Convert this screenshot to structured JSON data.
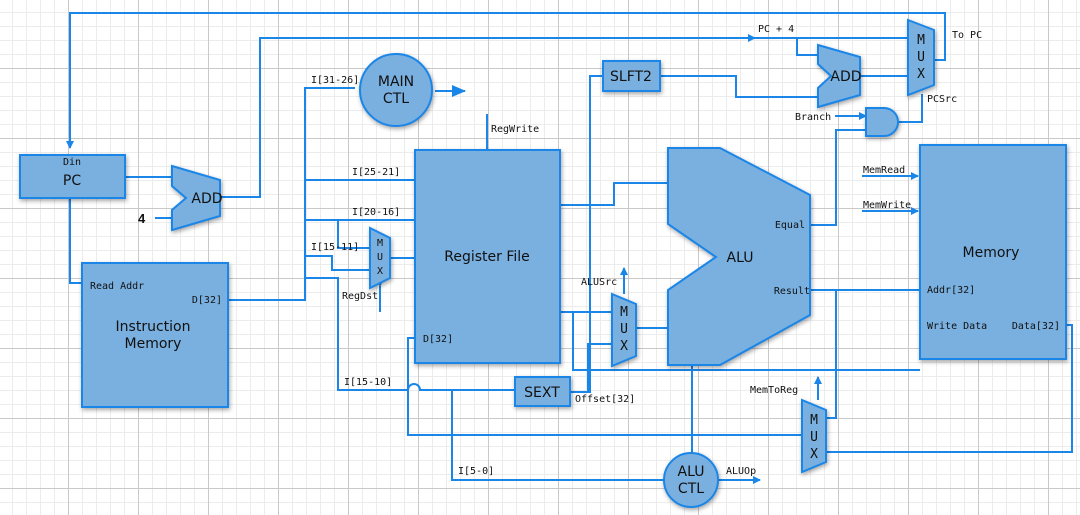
{
  "blocks": {
    "pc": {
      "label": "PC",
      "input": "Din"
    },
    "instr_mem": {
      "line1": "Instruction",
      "line2": "Memory",
      "read_addr": "Read Addr",
      "data_out": "D[32]"
    },
    "add_pc": {
      "label": "ADD"
    },
    "constant": "4",
    "main_ctl": {
      "line1": "MAIN",
      "line2": "CTL"
    },
    "reg_file": {
      "label": "Register File",
      "regwrite": "RegWrite",
      "data_in": "D[32]"
    },
    "sign_ext": {
      "label": "SEXT",
      "output": "Offset[32]"
    },
    "shift_left": {
      "label": "SLFT2"
    },
    "add_branch": {
      "label": "ADD"
    },
    "mux_pc": {
      "label": "MUX",
      "select": "PCSrc",
      "output": "To PC",
      "input_pc4": "PC + 4"
    },
    "and_gate": {
      "input": "Branch"
    },
    "mux_regdst": {
      "label": "MUX",
      "select": "RegDst"
    },
    "mux_alusrc": {
      "label": "MUX",
      "select": "ALUSrc"
    },
    "alu": {
      "label": "ALU",
      "equal": "Equal",
      "result": "Result"
    },
    "alu_ctl": {
      "line1": "ALU",
      "line2": "CTL",
      "output": "ALUOp"
    },
    "data_mem": {
      "label": "Memory",
      "addr": "Addr[32]",
      "write_data": "Write Data",
      "data_out": "Data[32]",
      "memread": "MemRead",
      "memwrite": "MemWrite"
    },
    "mux_memtoreg": {
      "label": "MUX",
      "select": "MemToReg"
    }
  },
  "fields": {
    "opcode": "I[31-26]",
    "rs": "I[25-21]",
    "rt": "I[20-16]",
    "rd": "I[15-11]",
    "imm": "I[15-10]",
    "funct": "I[5-0]"
  },
  "colors": {
    "wire": "#1a86e8",
    "block_fill": "#7ab0df",
    "grid_major": "#c9c9c9",
    "grid_minor": "#ececec"
  }
}
